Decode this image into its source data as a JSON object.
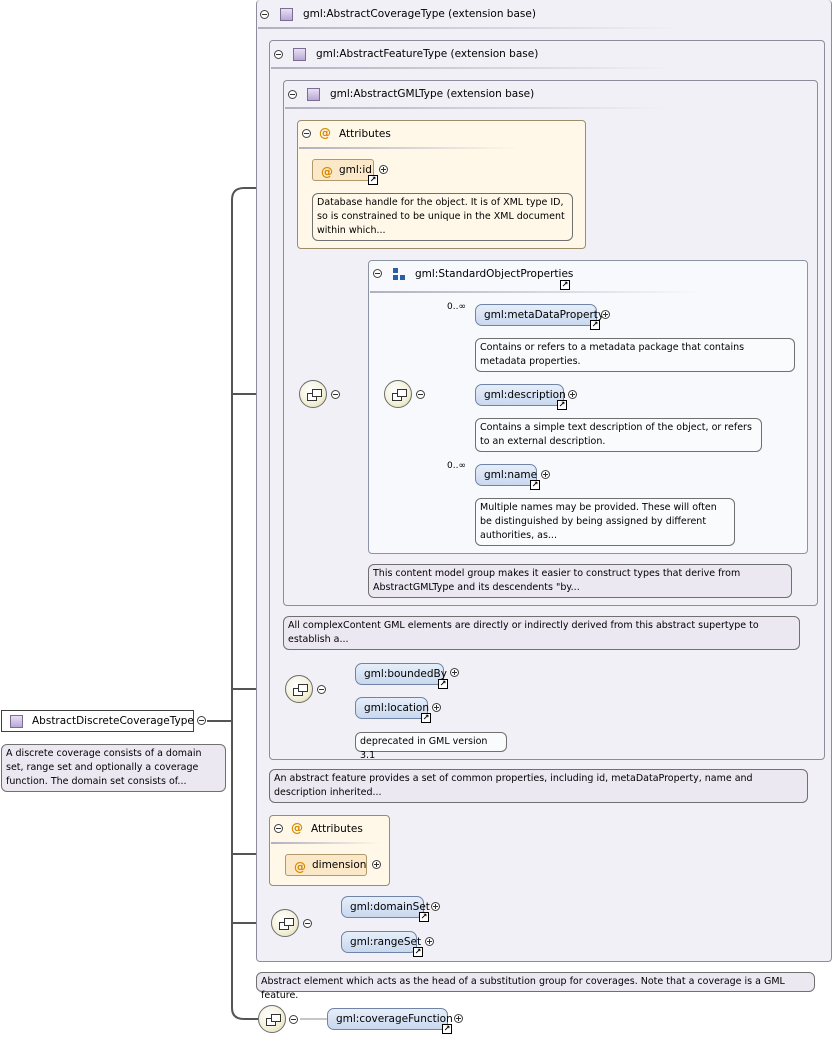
{
  "root": {
    "name": "AbstractDiscreteCoverageType",
    "doc": "A discrete coverage consists of a domain set, range set and optionally a coverage function. The domain set consists of..."
  },
  "coverage_type": {
    "title": "gml:AbstractCoverageType (extension base)",
    "doc": "Abstract element which acts as the head of a substitution group for coverages. Note that a coverage is a GML feature."
  },
  "feature_type": {
    "title": "gml:AbstractFeatureType (extension base)",
    "doc": "An abstract feature provides a set of common properties, including id, metaDataProperty, name and description inherited..."
  },
  "gml_type": {
    "title": "gml:AbstractGMLType (extension base)",
    "doc": "All complexContent GML elements are directly or indirectly derived from this abstract supertype to establish a..."
  },
  "attributes_gml": {
    "title": "Attributes",
    "attr": "gml:id",
    "doc": "Database handle for the object. It is of XML type ID, so is constrained to be unique in the XML document within which..."
  },
  "std_props": {
    "title": "gml:StandardObjectProperties",
    "doc": "This content model group makes it easier to construct types that derive from AbstractGMLType and its descendents \"by...",
    "items": [
      {
        "name": "gml:metaDataProperty",
        "card": "0..∞",
        "doc": "Contains or refers to a metadata package that contains metadata properties."
      },
      {
        "name": "gml:description",
        "card": "",
        "doc": "Contains a simple text description of the object, or refers to an external description."
      },
      {
        "name": "gml:name",
        "card": "0..∞",
        "doc": "Multiple names may be provided. These will often be distinguished by being assigned by different authorities, as..."
      }
    ]
  },
  "feature_seq": {
    "items": [
      "gml:boundedBy",
      "gml:location"
    ],
    "location_doc": "deprecated in GML version 3.1"
  },
  "attributes_cov": {
    "title": "Attributes",
    "attr": "dimension"
  },
  "coverage_seq": {
    "items": [
      "gml:domainSet",
      "gml:rangeSet"
    ]
  },
  "root_seq": {
    "items": [
      "gml:coverageFunction"
    ]
  },
  "colors": {
    "type_panel": "#f1f0f6",
    "attr_panel": "#fff8e9",
    "element_fill": "#c9d8ee",
    "wire": "#555555"
  }
}
